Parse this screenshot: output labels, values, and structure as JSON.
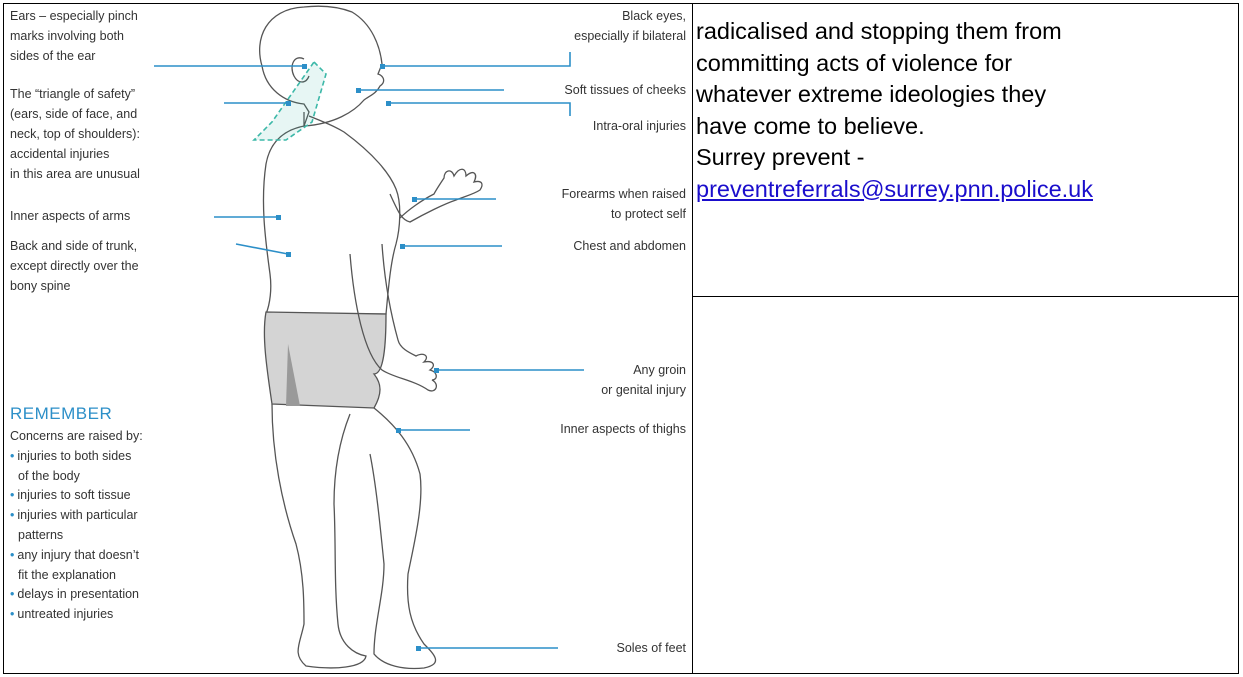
{
  "figure": {
    "labels_left": {
      "ears": [
        "Ears – especially pinch",
        "marks involving both",
        "sides of the ear"
      ],
      "triangle": [
        "The “triangle of safety”",
        "(ears, side of face, and",
        "neck, top of shoulders):",
        "accidental injuries",
        "in this area are unusual"
      ],
      "inner_arms": "Inner aspects of arms",
      "back": [
        "Back and side of trunk,",
        "except directly over the",
        "bony spine"
      ]
    },
    "labels_right": {
      "black_eyes": [
        "Black eyes,",
        "especially if bilateral"
      ],
      "soft_tissues": "Soft tissues of cheeks",
      "intra_oral": "Intra-oral injuries",
      "forearms": [
        "Forearms when raised",
        "to protect self"
      ],
      "chest": "Chest and abdomen",
      "groin": [
        "Any groin",
        "or genital injury"
      ],
      "thighs": "Inner aspects of thighs",
      "feet": "Soles of feet"
    },
    "remember": {
      "title": "REMEMBER",
      "intro": "Concerns are raised by:",
      "items": [
        {
          "text": "injuries to both sides",
          "cont": "of the body"
        },
        {
          "text": "injuries to soft tissue",
          "cont": ""
        },
        {
          "text": "injuries with particular",
          "cont": "patterns"
        },
        {
          "text": "any injury that doesn’t",
          "cont": "fit the explanation"
        },
        {
          "text": "delays in presentation",
          "cont": ""
        },
        {
          "text": "untreated injuries",
          "cont": ""
        }
      ]
    },
    "colors": {
      "line": "#2c8fc8",
      "triangle": "#3cb8a8",
      "shorts": "#d4d4d4",
      "outline": "#555555"
    }
  },
  "side": {
    "lines": [
      "radicalised and stopping them from",
      "committing acts of violence for",
      "whatever extreme ideologies they",
      "have come to believe.",
      "Surrey prevent -"
    ],
    "email": "preventreferrals@surrey.pnn.police.uk"
  }
}
